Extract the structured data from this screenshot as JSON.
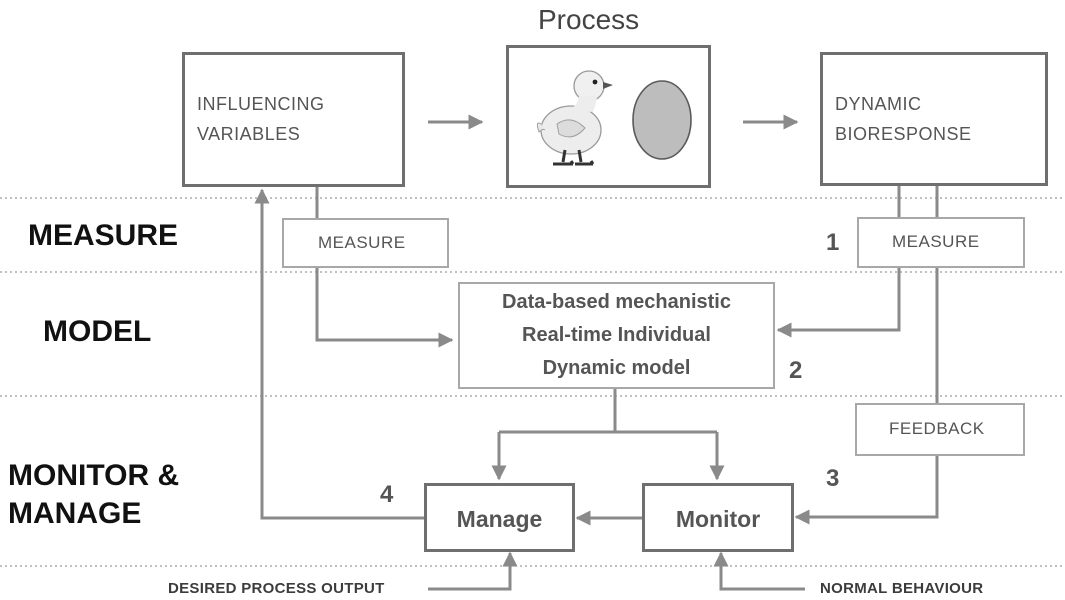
{
  "title": "Process",
  "sections": {
    "measure": "MEASURE",
    "model": "MODEL",
    "monitor_manage_line1": "MONITOR &",
    "monitor_manage_line2": "MANAGE"
  },
  "boxes": {
    "influencing_line1": "INFLUENCING",
    "influencing_line2": "VARIABLES",
    "dynamic_line1": "DYNAMIC",
    "dynamic_line2": "BIORESPONSE",
    "measure_left": "MEASURE",
    "measure_right": "MEASURE",
    "model_line1": "Data-based mechanistic",
    "model_line2": "Real-time Individual",
    "model_line3": "Dynamic model",
    "feedback": "FEEDBACK",
    "manage": "Manage",
    "monitor": "Monitor"
  },
  "numbers": {
    "n1": "1",
    "n2": "2",
    "n3": "3",
    "n4": "4"
  },
  "inputs": {
    "desired": "DESIRED PROCESS OUTPUT",
    "normal": "NORMAL BEHAVIOUR"
  },
  "icons": [
    "chick-icon",
    "egg-icon"
  ],
  "colors": {
    "dark_border": "#6f6f6f",
    "light_border": "#a8a8a8",
    "arrow": "#8a8a8a",
    "egg_fill": "#bdbdbd"
  }
}
